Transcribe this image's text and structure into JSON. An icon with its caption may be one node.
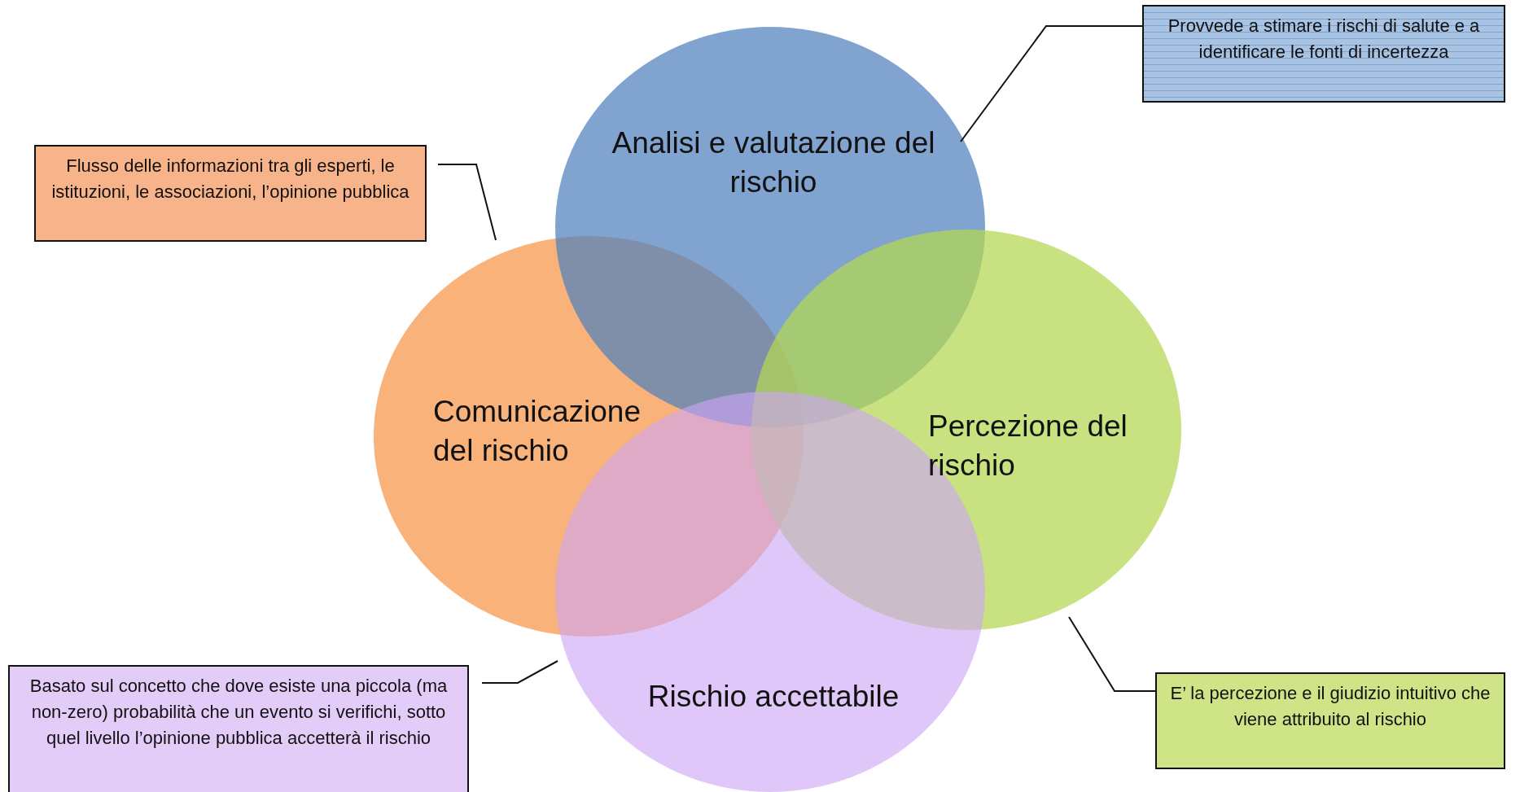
{
  "diagram": {
    "nodes": [
      {
        "text": [
          "Analisi e valutazione del rischio"
        ]
      },
      {
        "text": [
          "Comunicazione del rischio"
        ]
      },
      {
        "text": [
          "Percezione del rischio"
        ]
      },
      {
        "text": [
          "Rischio accettabile"
        ]
      },
      {
        "text": [
          "Provvede a stimare i rischi di salute e a identificare le fonti di incertezza"
        ]
      },
      {
        "text": [
          "Flusso delle informazioni tra gli esperti, le istituzioni, le associazioni, l’opinione pubblica"
        ]
      },
      {
        "text": [
          "Basato sul concetto che dove esiste una piccola (ma non-zero) probabilità che un evento si verifichi, sotto quel livello l’opinione pubblica accetterà il rischio"
        ]
      },
      {
        "text": [
          "E’ la percezione e il giudizio intuitivo che viene attribuito al rischio"
        ]
      }
    ],
    "edges": [
      {
        "from": 4,
        "to": 0,
        "arrow": "none"
      },
      {
        "from": 5,
        "to": 1,
        "arrow": "none"
      },
      {
        "from": 6,
        "to": 3,
        "arrow": "none"
      },
      {
        "from": 7,
        "to": 2,
        "arrow": "none"
      }
    ]
  }
}
